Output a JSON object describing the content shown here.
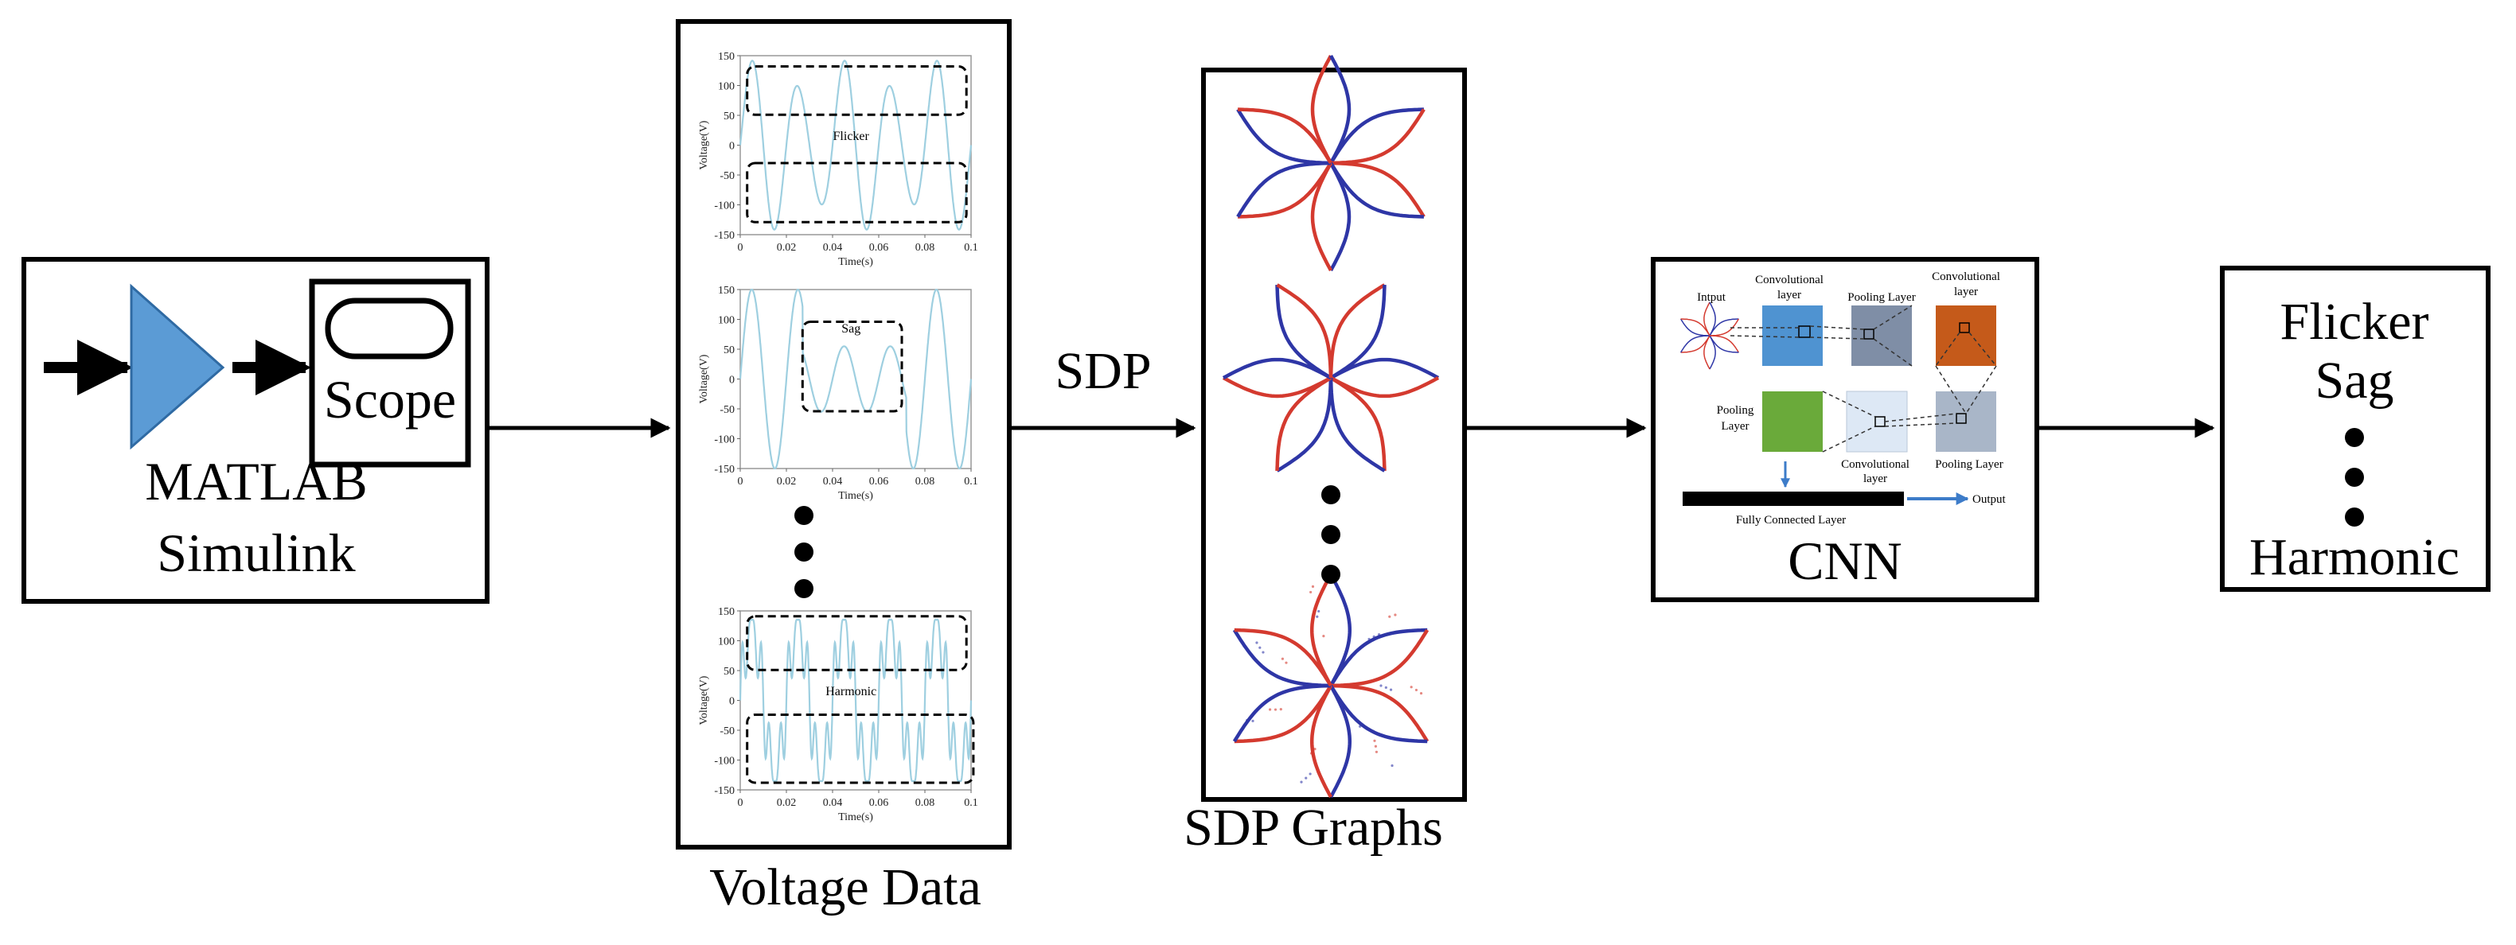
{
  "blocks": {
    "simulink": {
      "line1": "MATLAB",
      "line2": "Simulink",
      "scope_label": "Scope"
    },
    "voltage_data": {
      "caption": "Voltage Data"
    },
    "sdp_graphs": {
      "caption": "SDP Graphs"
    },
    "cnn": {
      "caption": "CNN"
    },
    "output": {
      "item1": "Flicker",
      "item2": "Sag",
      "item3": "Harmonic"
    }
  },
  "arrow_label": "SDP",
  "plots": [
    {
      "annotation": "Flicker",
      "ylabel": "Voltage(V)",
      "xlabel": "Time(s)",
      "yticks": [
        "150",
        "100",
        "50",
        "0",
        "-50",
        "-100",
        "-150"
      ],
      "xticks": [
        "0",
        "0.02",
        "0.04",
        "0.06",
        "0.08",
        "0.1"
      ]
    },
    {
      "annotation": "Sag",
      "ylabel": "Voltage(V)",
      "xlabel": "Time(s)",
      "yticks": [
        "150",
        "100",
        "50",
        "0",
        "-50",
        "-100",
        "-150"
      ],
      "xticks": [
        "0",
        "0.02",
        "0.04",
        "0.06",
        "0.08",
        "0.1"
      ]
    },
    {
      "annotation": "Harmonic",
      "ylabel": "Voltage(V)",
      "xlabel": "Time(s)",
      "yticks": [
        "150",
        "100",
        "50",
        "0",
        "-50",
        "-100",
        "-150"
      ],
      "xticks": [
        "0",
        "0.02",
        "0.04",
        "0.06",
        "0.08",
        "0.1"
      ]
    }
  ],
  "cnn_layers": {
    "input": "Intput",
    "conv1_a": "Convolutional",
    "conv1_b": "layer",
    "pool1": "Pooling Layer",
    "conv2_a": "Convolutional",
    "conv2_b": "layer",
    "pool2_a": "Pooling",
    "pool2_b": "Layer",
    "conv3_a": "Convolutional",
    "conv3_b": "layer",
    "pool3": "Pooling Layer",
    "fc": "Fully Connected Layer",
    "output": "Output"
  },
  "colors": {
    "amplifier": "#5b9bd5",
    "signal": "#9ecfe0",
    "sdp_red": "#d43a2f",
    "sdp_blue": "#2e36a6",
    "conv1": "#4f93d1",
    "pool1": "#7f8ea6",
    "conv2_orange": "#c55a1a",
    "pool2_green": "#6aaa3a",
    "conv3_light": "#dde8f5",
    "pool3": "#a9b6c8",
    "fc_bar": "#000000",
    "output_arrow": "#3d7cc9"
  }
}
